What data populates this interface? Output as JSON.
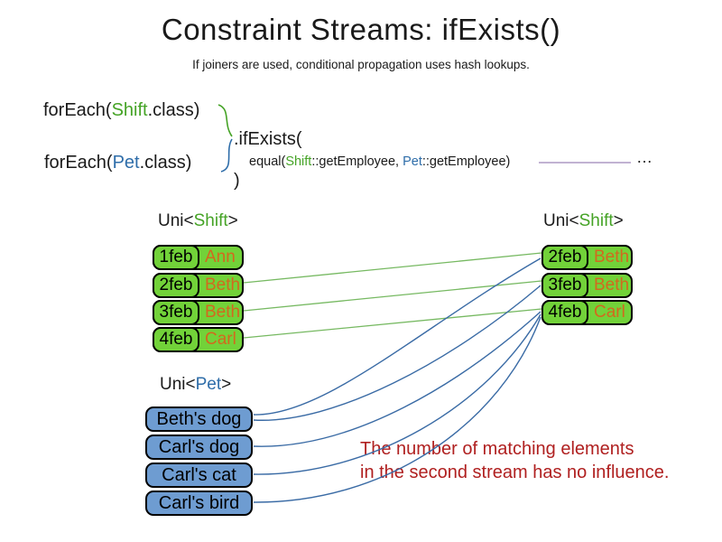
{
  "slide": {
    "title": "Constraint Streams: ifExists()",
    "subtitle": "If joiners are used, conditional propagation uses hash lookups."
  },
  "code": {
    "foreach_shift": {
      "prefix": "forEach(",
      "class_name": "Shift",
      "suffix": ".class)"
    },
    "foreach_pet": {
      "prefix": "forEach(",
      "class_name": "Pet",
      "suffix": ".class)"
    },
    "if_exists": ".ifExists(",
    "equal_line": {
      "prefix": "equal(",
      "shift": "Shift",
      "mid": "::getEmployee, ",
      "pet": "Pet",
      "suffix": "::getEmployee)"
    },
    "close_paren": ")",
    "ellipsis": "…"
  },
  "left_shift_table": {
    "label": {
      "prefix": "Uni<",
      "type": "Shift",
      "suffix": ">"
    },
    "rows": [
      {
        "date": "1feb",
        "name": "Ann"
      },
      {
        "date": "2feb",
        "name": "Beth"
      },
      {
        "date": "3feb",
        "name": "Beth"
      },
      {
        "date": "4feb",
        "name": "Carl"
      }
    ]
  },
  "right_shift_table": {
    "label": {
      "prefix": "Uni<",
      "type": "Shift",
      "suffix": ">"
    },
    "rows": [
      {
        "date": "2feb",
        "name": "Beth"
      },
      {
        "date": "3feb",
        "name": "Beth"
      },
      {
        "date": "4feb",
        "name": "Carl"
      }
    ]
  },
  "pet_table": {
    "label": {
      "prefix": "Uni<",
      "type": "Pet",
      "suffix": ">"
    },
    "rows": [
      {
        "name": "Beth's dog"
      },
      {
        "name": "Carl's dog"
      },
      {
        "name": "Carl's cat"
      },
      {
        "name": "Carl's bird"
      }
    ]
  },
  "annotation": {
    "line1": "The number of matching elements",
    "line2": "in the second stream has no influence."
  },
  "colors": {
    "shift_green_text": "#45a326",
    "pet_blue_text": "#2e6da9",
    "box_green": "#72d239",
    "box_blue": "#6e9cd1",
    "name_orange": "#d2691e",
    "annotation_red": "#b02020",
    "line_green": "#76b961",
    "line_blue": "#3a6ba5",
    "line_purple": "#9c83b8"
  }
}
